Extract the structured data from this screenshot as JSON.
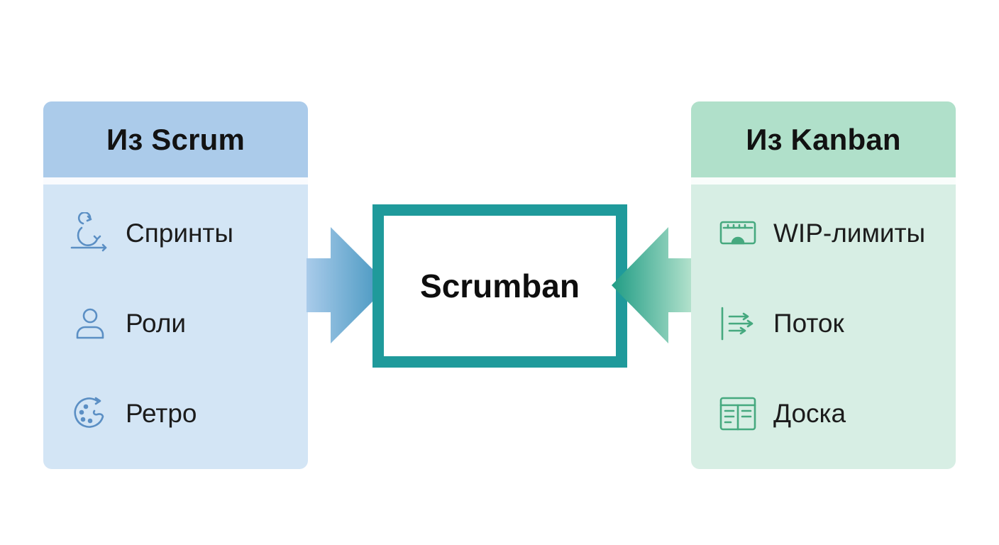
{
  "left_panel": {
    "title": "Из Scrum",
    "items": [
      {
        "label": "Спринты",
        "icon": "sprint-cycle-icon"
      },
      {
        "label": "Роли",
        "icon": "person-icon"
      },
      {
        "label": "Ретро",
        "icon": "palette-retro-icon"
      }
    ]
  },
  "right_panel": {
    "title": "Из Kanban",
    "items": [
      {
        "label": "WIP-лимиты",
        "icon": "wip-gauge-icon"
      },
      {
        "label": "Поток",
        "icon": "flow-arrows-icon"
      },
      {
        "label": "Доска",
        "icon": "board-icon"
      }
    ]
  },
  "center": {
    "title": "Scrumban"
  },
  "colors": {
    "left_header": "#abcbea",
    "left_body": "#d3e5f5",
    "left_icon": "#5b8fc4",
    "right_header": "#b0e0ca",
    "right_body": "#d7eee4",
    "right_icon": "#46a97f",
    "center_border": "#1f9a9b"
  }
}
